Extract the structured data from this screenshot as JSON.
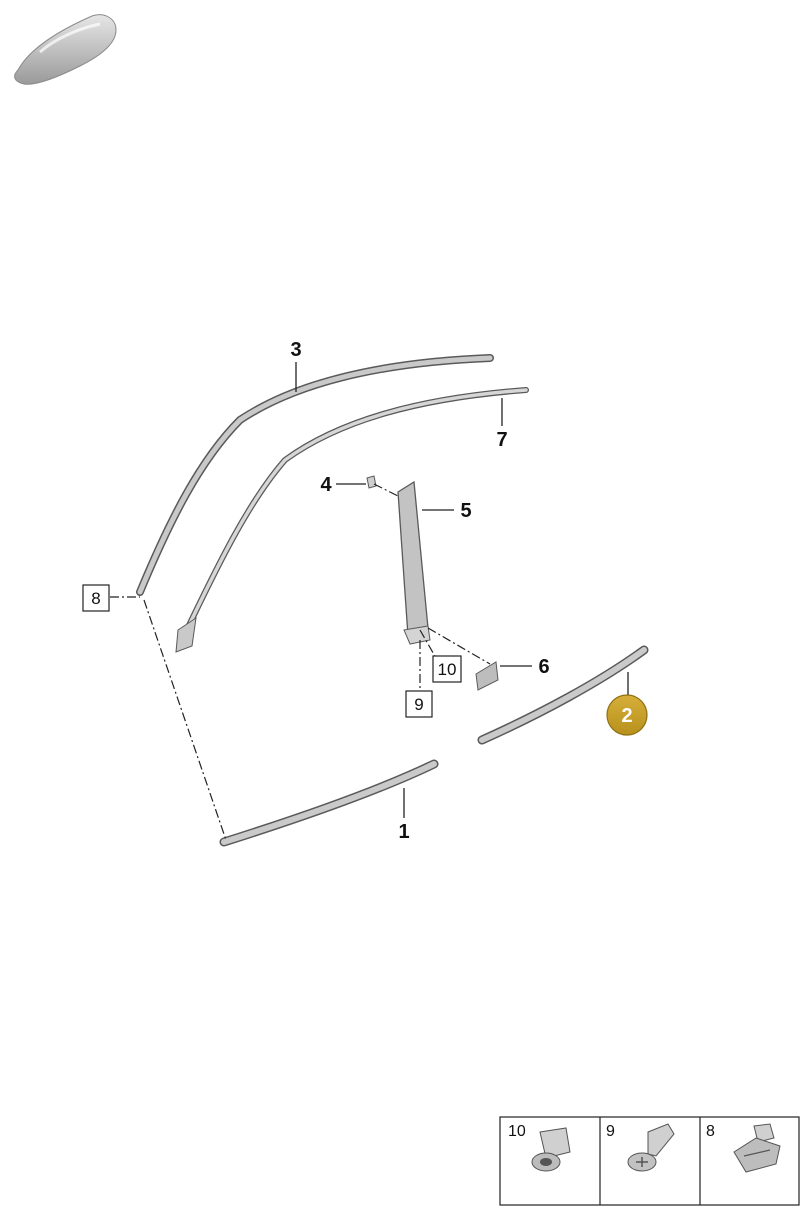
{
  "diagram": {
    "colors": {
      "part_fill": "#c9c9c9",
      "part_stroke": "#5a5a5a",
      "highlight": "#c9a227",
      "highlight_stroke": "#8f7114"
    },
    "callouts": [
      {
        "id": "p1",
        "label": "1"
      },
      {
        "id": "p2",
        "label": "2",
        "highlighted": true
      },
      {
        "id": "p3",
        "label": "3"
      },
      {
        "id": "p4",
        "label": "4"
      },
      {
        "id": "p5",
        "label": "5"
      },
      {
        "id": "p6",
        "label": "6"
      },
      {
        "id": "p7",
        "label": "7"
      }
    ],
    "boxed_callouts": [
      {
        "id": "p8",
        "label": "8"
      },
      {
        "id": "p9",
        "label": "9"
      },
      {
        "id": "p10",
        "label": "10"
      }
    ],
    "legend": [
      {
        "label": "10",
        "icon": "rivet-nut-icon"
      },
      {
        "label": "9",
        "icon": "screw-icon"
      },
      {
        "label": "8",
        "icon": "clip-icon"
      }
    ],
    "thumbnail_icon": "car-silhouette-icon"
  }
}
